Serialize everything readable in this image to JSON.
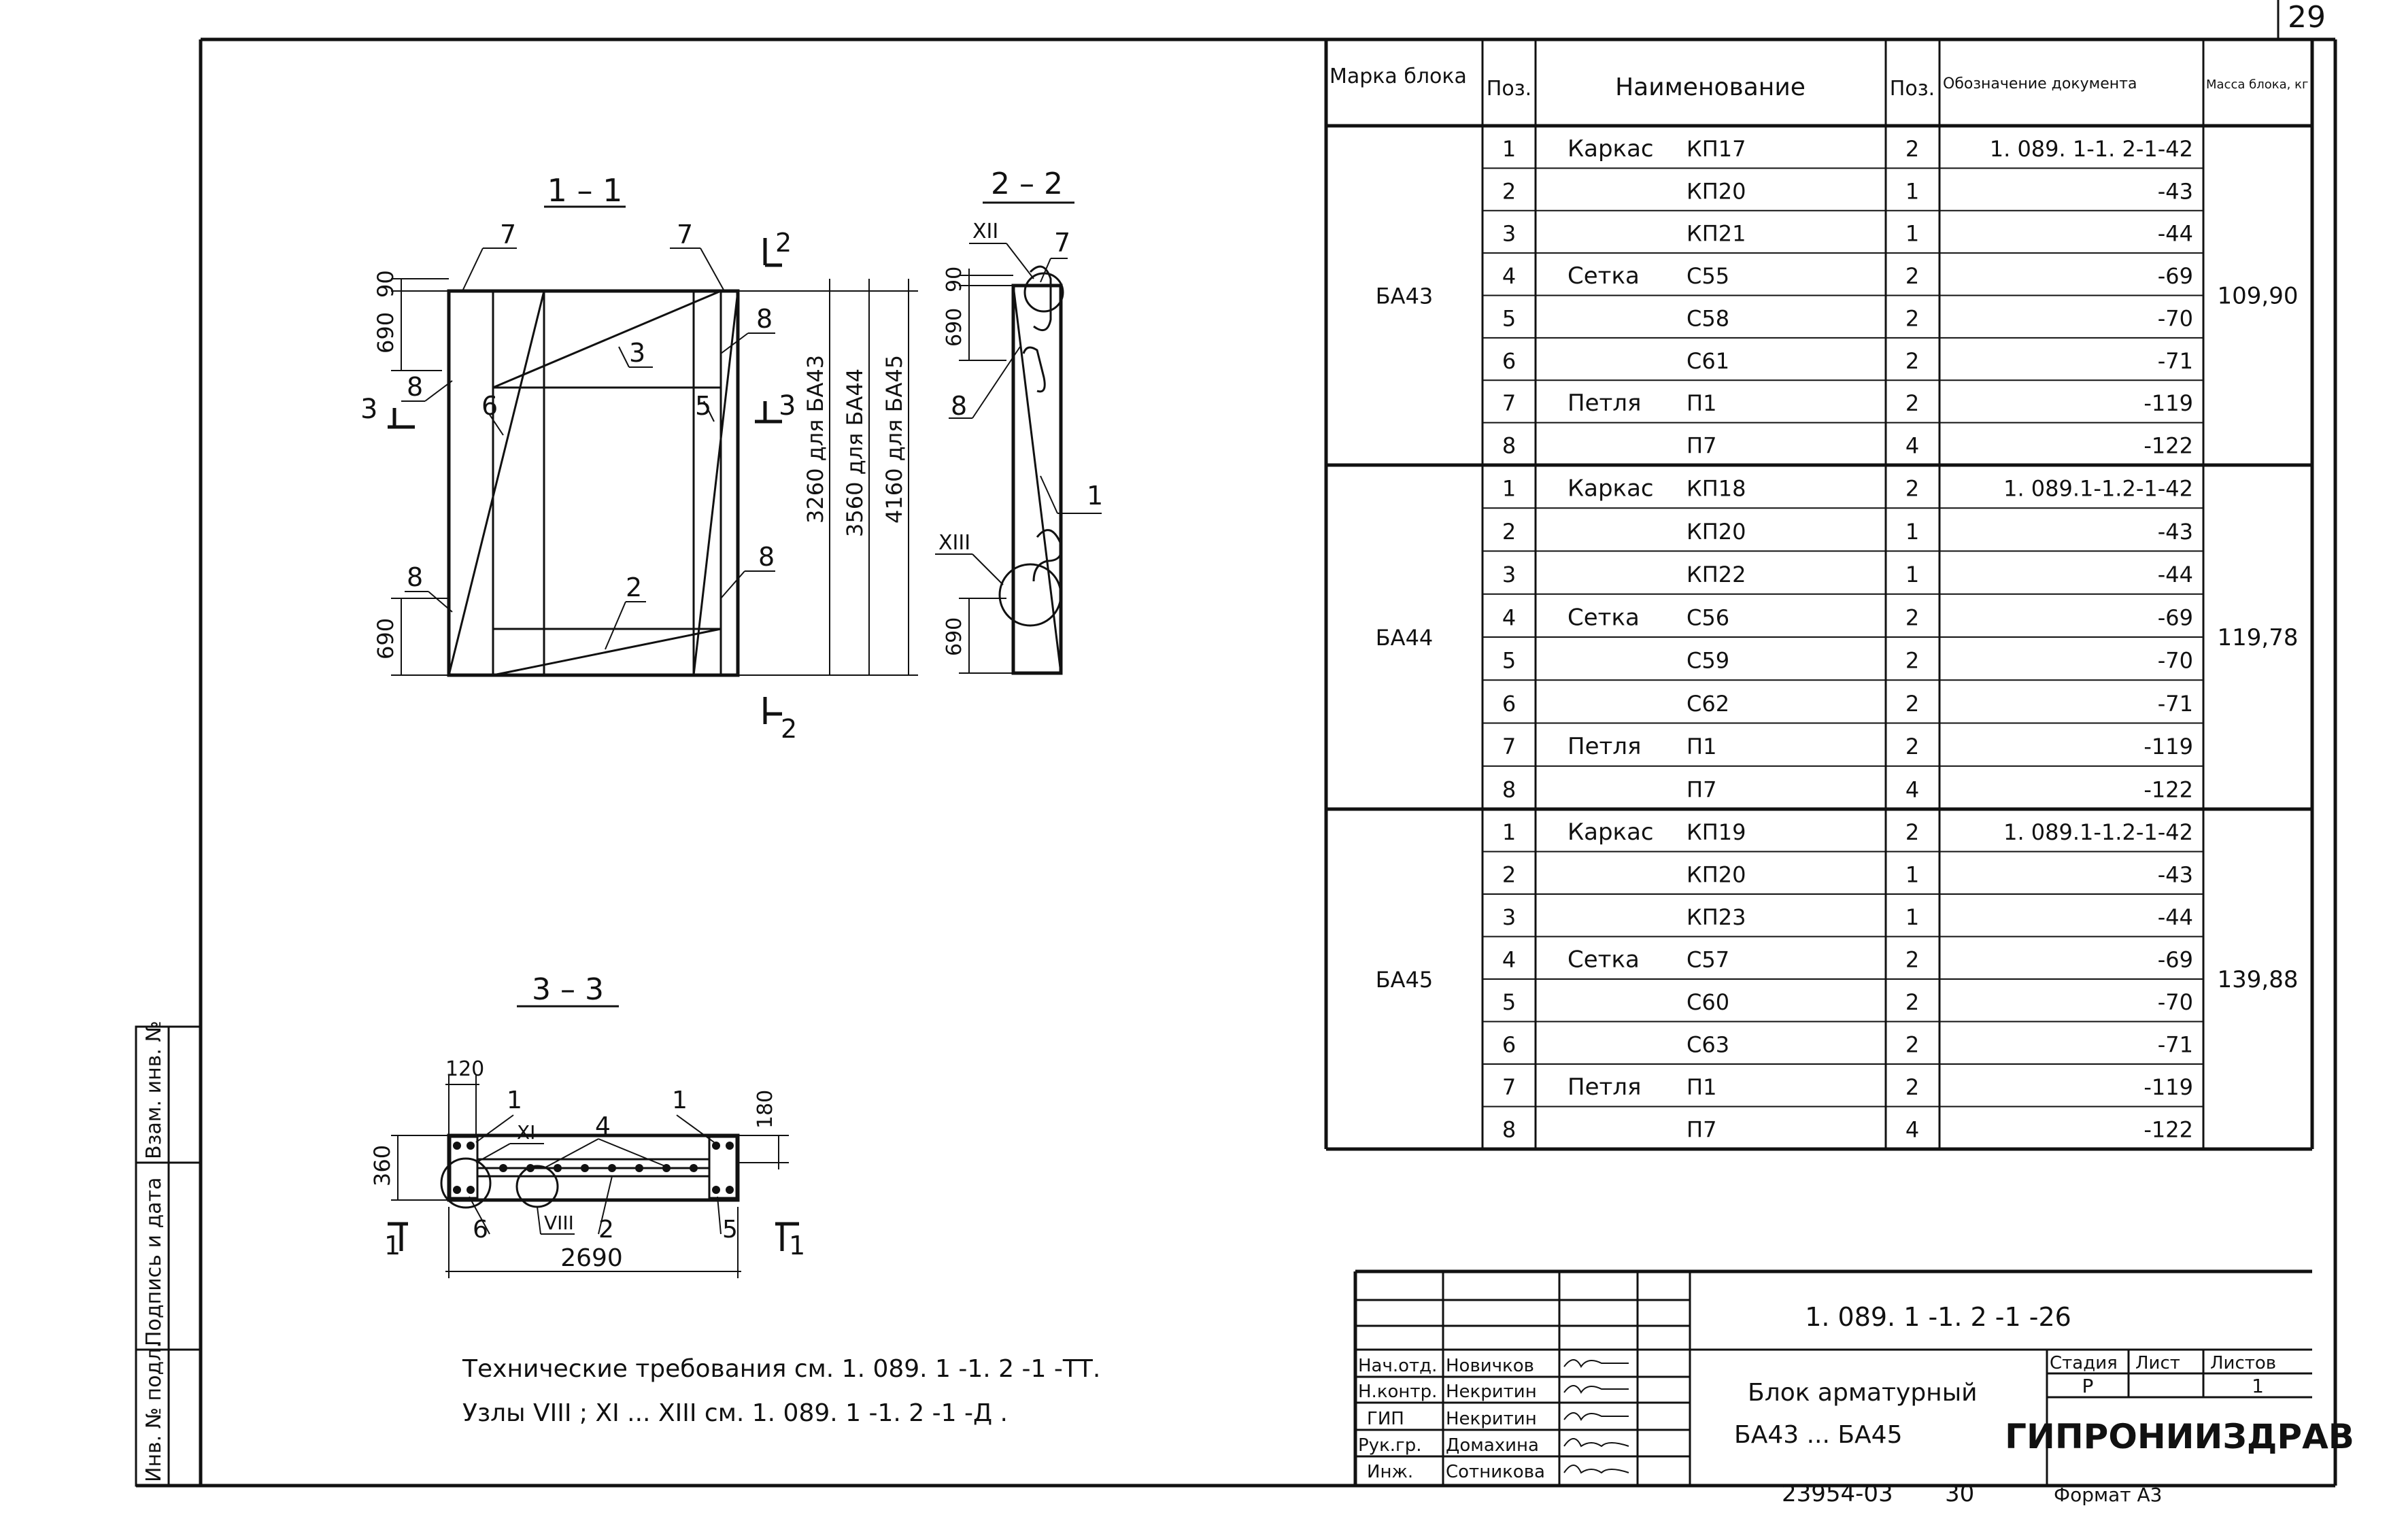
{
  "page_number": "29",
  "section_1_1": {
    "title": "1 – 1",
    "callouts": [
      "7",
      "7",
      "3",
      "8",
      "6",
      "5",
      "8",
      "8",
      "2",
      "3",
      "3",
      "2",
      "2"
    ],
    "dims_left": [
      "90",
      "690",
      "690"
    ],
    "height_labels": [
      "3260 для БА43",
      "3560 для БА44",
      "4160 для БА45"
    ]
  },
  "section_2_2": {
    "title": "2 – 2",
    "callouts": [
      "7",
      "8",
      "1"
    ],
    "nodes": [
      "XII",
      "XIII"
    ],
    "dims": [
      "90",
      "690",
      "690"
    ]
  },
  "section_3_3": {
    "title": "3 – 3",
    "dims": [
      "120",
      "180",
      "360",
      "2690"
    ],
    "callouts": [
      "1",
      "1",
      "4",
      "6",
      "2",
      "5"
    ],
    "nodes": [
      "XI",
      "VIII"
    ],
    "cut_marks": [
      "1",
      "1"
    ]
  },
  "notes": [
    "Технические требования см. 1. 089. 1 -1. 2 -1 -ТТ.",
    "Узлы VIII ; XI ... XIII см. 1. 089. 1 -1. 2 -1 -Д ."
  ],
  "side_stamp": [
    "Инв. № подл.",
    "Подпись и дата",
    "Взам. инв. №"
  ],
  "spec_table": {
    "headers": [
      "Марка блока",
      "Поз.",
      "Наименование",
      "Поз.",
      "Обозначение документа",
      "Масса блока, кг"
    ],
    "groups": [
      {
        "mark": "БА43",
        "mass": "109,90",
        "rows": [
          {
            "pos": "1",
            "kind": "Каркас",
            "name": "КП17",
            "qty": "2",
            "doc": "1. 089. 1-1. 2-1-42"
          },
          {
            "pos": "2",
            "kind": "",
            "name": "КП20",
            "qty": "1",
            "doc": "-43"
          },
          {
            "pos": "3",
            "kind": "",
            "name": "КП21",
            "qty": "1",
            "doc": "-44"
          },
          {
            "pos": "4",
            "kind": "Сетка",
            "name": "С55",
            "qty": "2",
            "doc": "-69"
          },
          {
            "pos": "5",
            "kind": "",
            "name": "С58",
            "qty": "2",
            "doc": "-70"
          },
          {
            "pos": "6",
            "kind": "",
            "name": "С61",
            "qty": "2",
            "doc": "-71"
          },
          {
            "pos": "7",
            "kind": "Петля",
            "name": "П1",
            "qty": "2",
            "doc": "-119"
          },
          {
            "pos": "8",
            "kind": "",
            "name": "П7",
            "qty": "4",
            "doc": "-122"
          }
        ]
      },
      {
        "mark": "БА44",
        "mass": "119,78",
        "rows": [
          {
            "pos": "1",
            "kind": "Каркас",
            "name": "КП18",
            "qty": "2",
            "doc": "1. 089.1-1.2-1-42"
          },
          {
            "pos": "2",
            "kind": "",
            "name": "КП20",
            "qty": "1",
            "doc": "-43"
          },
          {
            "pos": "3",
            "kind": "",
            "name": "КП22",
            "qty": "1",
            "doc": "-44"
          },
          {
            "pos": "4",
            "kind": "Сетка",
            "name": "С56",
            "qty": "2",
            "doc": "-69"
          },
          {
            "pos": "5",
            "kind": "",
            "name": "С59",
            "qty": "2",
            "doc": "-70"
          },
          {
            "pos": "6",
            "kind": "",
            "name": "С62",
            "qty": "2",
            "doc": "-71"
          },
          {
            "pos": "7",
            "kind": "Петля",
            "name": "П1",
            "qty": "2",
            "doc": "-119"
          },
          {
            "pos": "8",
            "kind": "",
            "name": "П7",
            "qty": "4",
            "doc": "-122"
          }
        ]
      },
      {
        "mark": "БА45",
        "mass": "139,88",
        "rows": [
          {
            "pos": "1",
            "kind": "Каркас",
            "name": "КП19",
            "qty": "2",
            "doc": "1. 089.1-1.2-1-42"
          },
          {
            "pos": "2",
            "kind": "",
            "name": "КП20",
            "qty": "1",
            "doc": "-43"
          },
          {
            "pos": "3",
            "kind": "",
            "name": "КП23",
            "qty": "1",
            "doc": "-44"
          },
          {
            "pos": "4",
            "kind": "Сетка",
            "name": "С57",
            "qty": "2",
            "doc": "-69"
          },
          {
            "pos": "5",
            "kind": "",
            "name": "С60",
            "qty": "2",
            "doc": "-70"
          },
          {
            "pos": "6",
            "kind": "",
            "name": "С63",
            "qty": "2",
            "doc": "-71"
          },
          {
            "pos": "7",
            "kind": "Петля",
            "name": "П1",
            "qty": "2",
            "doc": "-119"
          },
          {
            "pos": "8",
            "kind": "",
            "name": "П7",
            "qty": "4",
            "doc": "-122"
          }
        ]
      }
    ]
  },
  "title_block": {
    "doc_code": "1. 089. 1 -1. 2 -1 -26",
    "title_line1": "Блок арматурный",
    "title_line2": "БА43 ... БА45",
    "stage_label": "Стадия",
    "sheet_label": "Лист",
    "sheets_label": "Листов",
    "stage": "Р",
    "sheets": "1",
    "organization": "ГИПРОНИИЗДРАВ",
    "signatures": [
      {
        "role": "Нач.отд.",
        "name": "Новичков"
      },
      {
        "role": "Н.контр.",
        "name": "Некритин"
      },
      {
        "role": "ГИП",
        "name": "Некритин"
      },
      {
        "role": "Рук.гр.",
        "name": "Домахина"
      },
      {
        "role": "Инж.",
        "name": "Сотникова"
      }
    ],
    "bottom_number": "23954-03",
    "bottom_sheet": "30",
    "format": "Формат А3"
  }
}
